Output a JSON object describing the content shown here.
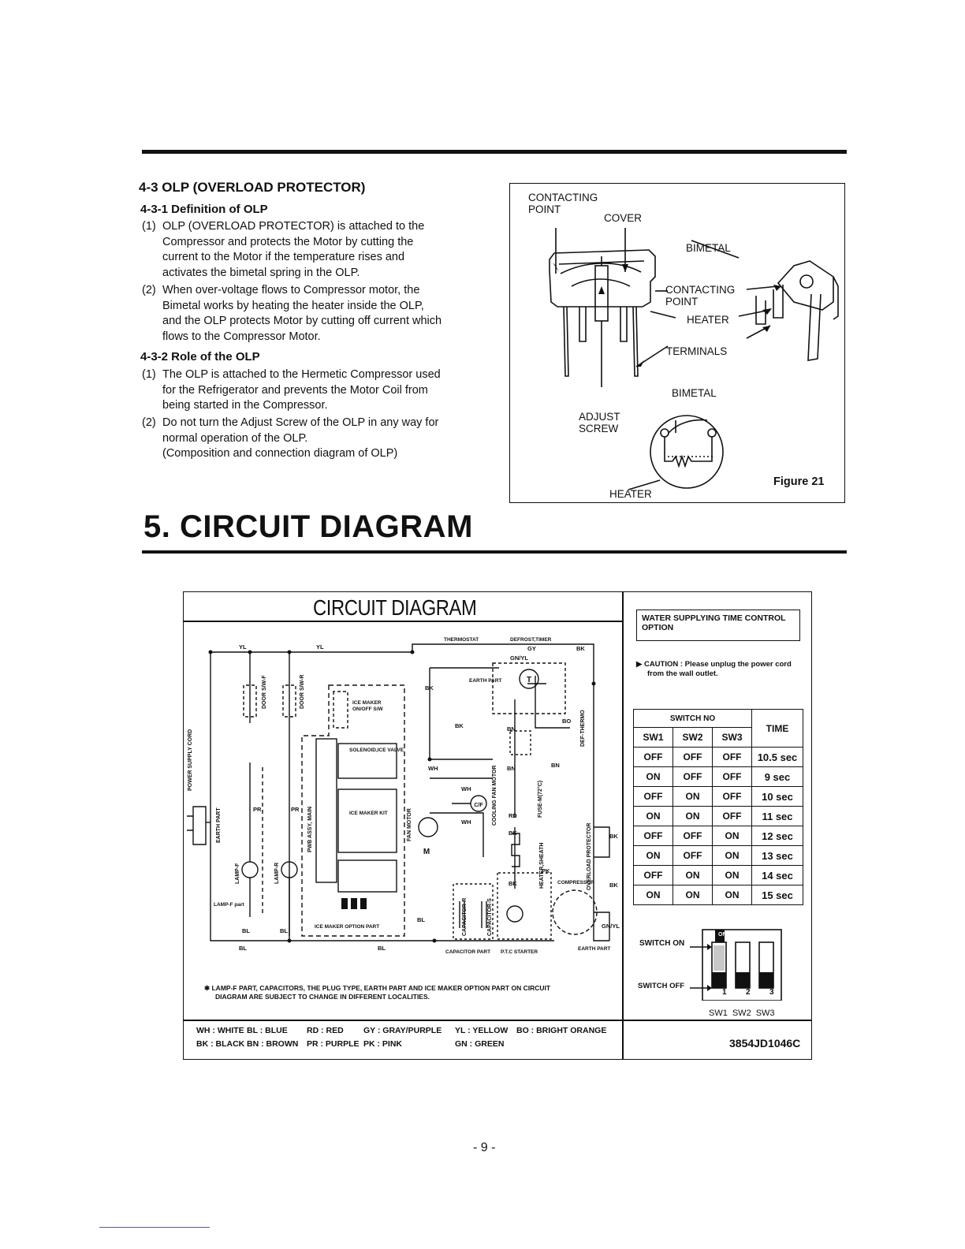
{
  "olp": {
    "section_title": "4-3 OLP (OVERLOAD PROTECTOR)",
    "def_title": "4-3-1 Definition of OLP",
    "def_items": [
      {
        "num": "(1)",
        "lines": [
          "OLP (OVERLOAD PROTECTOR) is attached to the",
          "Compressor and protects the Motor by cutting the",
          "current to the Motor if the temperature rises and",
          "activates the bimetal spring in the OLP."
        ]
      },
      {
        "num": "(2)",
        "lines": [
          "When over-voltage flows to Compressor motor, the",
          "Bimetal works by heating the heater inside the OLP,",
          "and the OLP protects Motor by cutting off current which",
          "flows to the Compressor Motor."
        ]
      }
    ],
    "role_title": "4-3-2 Role of the OLP",
    "role_items": [
      {
        "num": "(1)",
        "lines": [
          "The OLP is attached to the Hermetic Compressor used",
          "for the Refrigerator and prevents the Motor Coil from",
          "being started in the Compressor."
        ]
      },
      {
        "num": "(2)",
        "lines": [
          "Do not turn the Adjust Screw of the OLP in any way for",
          "normal operation of the OLP.",
          "(Composition and connection diagram of OLP)"
        ]
      }
    ]
  },
  "figure21": {
    "contacting_point_top": [
      "CONTACTING",
      "POINT"
    ],
    "cover": "COVER",
    "bimetal": "BIMETAL",
    "contacting_point_mid": [
      "CONTACTING",
      "POINT"
    ],
    "heater_mid": "HEATER",
    "terminals": "TERMINALS",
    "bimetal_low": "BIMETAL",
    "adjust_screw": [
      "ADJUST",
      "SCREW"
    ],
    "heater_low": "HEATER",
    "caption": "Figure 21"
  },
  "section5": {
    "title": "5. CIRCUIT DIAGRAM"
  },
  "circuit": {
    "title": "CIRCUIT DIAGRAM",
    "labels": {
      "thermostat": "THERMOSTAT",
      "defrost_timer": "DEFROST,TIMER",
      "earth_part": "EARTH PART",
      "ice_maker_sw": [
        "ICE MAKER",
        "ON/OFF S/W"
      ],
      "door_swf": "DOOR S/W-F",
      "door_swr": "DOOR S/W-R",
      "power_cord": "POWER SUPPLY CORD",
      "earth_part_left": "EARTH PART",
      "lamp_f": "LAMP-F",
      "lamp_r": "LAMP-R",
      "lamp_f_part": "LAMP-F part",
      "pwb": "PWB ASSY, MAIN",
      "fan_motor": "FAN MOTOR",
      "cooling_fan": "COOLING FAN MOTOR",
      "fuse": "FUSE-M(72°C)",
      "def_thermo": "DEF-THERMO",
      "heater_sheath": "HEATER,SHEATH",
      "olp": "OVERLOAD PROTECTOR",
      "compressor": "COMPRESSOR",
      "capacitor_r": "CAPACITOR-R",
      "capacitor_s": "CAPACITOR-S",
      "capacitor_part": "CAPACITOR PART",
      "ptc_starter": "P.T.C STARTER",
      "earth_part_right": "EARTH PART",
      "ice_maker_option": "ICE MAKER OPTION PART",
      "ice_maker_kit": "ICE MAKER KIT",
      "solenoid": "SOLENOID,ICE VALVE",
      "m": "M",
      "cf": "C/F",
      "t": "T"
    },
    "wire_tags": [
      "YL",
      "YL",
      "GY",
      "BK",
      "GN/YL",
      "BK",
      "BK",
      "BN",
      "BN",
      "WH",
      "WH",
      "WH",
      "BN",
      "PR",
      "PR",
      "BO",
      "RD",
      "BK",
      "BK",
      "PK",
      "BK",
      "BL",
      "BL",
      "BL",
      "BL",
      "BL",
      "BK",
      "GN/YL"
    ],
    "note_lines": [
      "LAMP-F PART, CAPACITORS, THE PLUG TYPE, EARTH PART AND ICE MAKER OPTION PART ON CIRCUIT",
      "DIAGRAM ARE SUBJECT TO CHANGE IN DIFFERENT LOCALITIES."
    ],
    "legend_row1": [
      "WH : WHITE",
      "BL : BLUE",
      "RD : RED",
      "GY : GRAY/PURPLE",
      "YL : YELLOW",
      "BO : BRIGHT ORANGE"
    ],
    "legend_row2": [
      "BK : BLACK",
      "BN : BROWN",
      "PR : PURPLE",
      "PK : PINK",
      "GN : GREEN"
    ]
  },
  "water_option": {
    "title": [
      "WATER SUPPLYING TIME CONTROL",
      "OPTION"
    ],
    "caution": [
      "CAUTION : Please unplug the power cord",
      "from the wall outlet."
    ],
    "switch_no": "SWITCH NO",
    "time": "TIME",
    "headers": [
      "SW1",
      "SW2",
      "SW3"
    ],
    "rows": [
      [
        "OFF",
        "OFF",
        "OFF",
        "10.5 sec"
      ],
      [
        "ON",
        "OFF",
        "OFF",
        "9 sec"
      ],
      [
        "OFF",
        "ON",
        "OFF",
        "10 sec"
      ],
      [
        "ON",
        "ON",
        "OFF",
        "11 sec"
      ],
      [
        "OFF",
        "OFF",
        "ON",
        "12 sec"
      ],
      [
        "ON",
        "OFF",
        "ON",
        "13 sec"
      ],
      [
        "OFF",
        "ON",
        "ON",
        "14 sec"
      ],
      [
        "ON",
        "ON",
        "ON",
        "15 sec"
      ]
    ],
    "switch_on": "SWITCH ON",
    "switch_off": "SWITCH OFF",
    "on_tag": "ON",
    "numbers": [
      "1",
      "2",
      "3"
    ],
    "sw_names": [
      "SW1",
      "SW2",
      "SW3"
    ],
    "part_no": "3854JD1046C"
  },
  "page_number": "- 9 -"
}
